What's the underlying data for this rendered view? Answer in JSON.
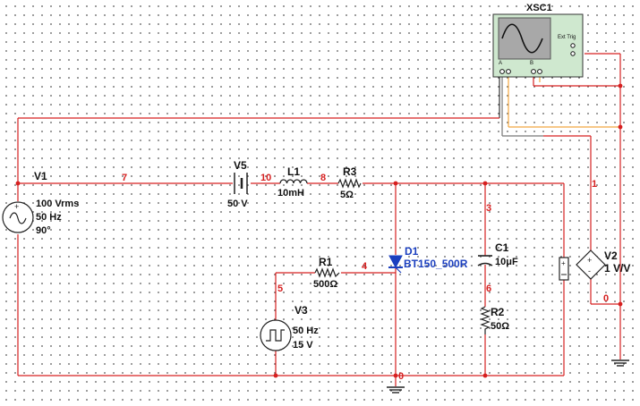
{
  "colors": {
    "wire_red": "#d62020",
    "wire_orange": "#f2a640",
    "wire_gray": "#777777",
    "wire_dark": "#333333",
    "diode_blue": "#1b3fbf",
    "scope_green": "#cfe8cf",
    "scope_screen": "#a8a8a8",
    "net_label": "#d62020"
  },
  "oscilloscope": {
    "name": "XSC1",
    "port_a": "A",
    "port_b": "B",
    "ext_trig": "Ext Trig"
  },
  "v1": {
    "name": "V1",
    "amplitude": "100 Vrms",
    "frequency": "50 Hz",
    "phase": "90°"
  },
  "v5": {
    "name": "V5",
    "value": "50 V"
  },
  "l1": {
    "name": "L1",
    "value": "10mH"
  },
  "r3": {
    "name": "R3",
    "value": "5Ω"
  },
  "r1": {
    "name": "R1",
    "value": "500Ω"
  },
  "d1": {
    "name": "D1",
    "model": "BT150_500R"
  },
  "c1": {
    "name": "C1",
    "value": "10μF"
  },
  "r2": {
    "name": "R2",
    "value": "50Ω"
  },
  "v3": {
    "name": "V3",
    "frequency": "50 Hz",
    "amplitude": "15 V"
  },
  "v2": {
    "name": "V2",
    "gain": "1 V/V"
  },
  "nets": {
    "n7": "7",
    "n10": "10",
    "n8": "8",
    "n3": "3",
    "n1": "1",
    "n4": "4",
    "n5": "5",
    "n6": "6",
    "n0_bottom": "0",
    "n0_right": "0"
  }
}
